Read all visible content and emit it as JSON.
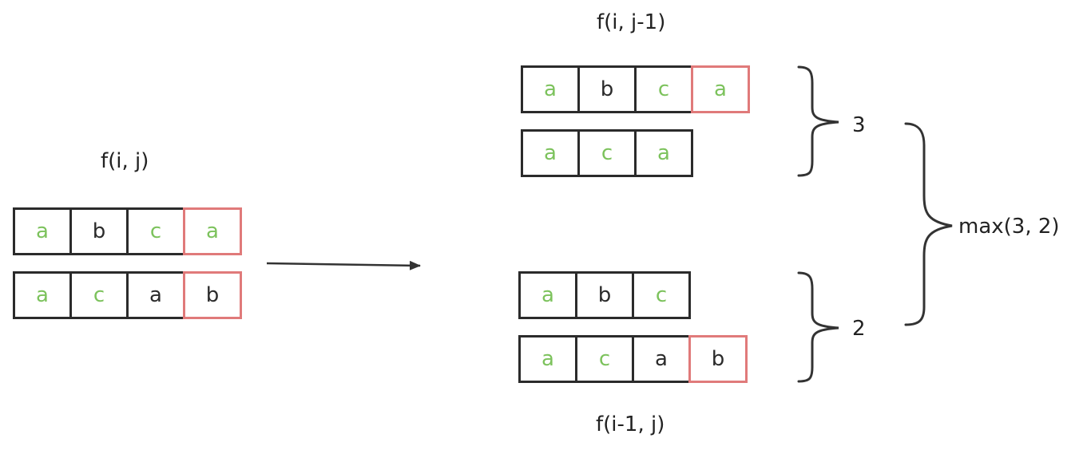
{
  "labels": {
    "left_title": "f(i, j)",
    "top_title": "f(i, j-1)",
    "bottom_title": "f(i-1, j)",
    "top_count": "3",
    "bottom_count": "2",
    "result": "max(3, 2)"
  },
  "colors": {
    "match": "#7cc25c",
    "plain": "#2b2b2b",
    "highlight_border": "#e07a7a",
    "border": "#2b2b2b"
  },
  "rows": {
    "left_a": [
      {
        "ch": "a",
        "match": true,
        "hl": false
      },
      {
        "ch": "b",
        "match": false,
        "hl": false
      },
      {
        "ch": "c",
        "match": true,
        "hl": false
      },
      {
        "ch": "a",
        "match": true,
        "hl": true
      }
    ],
    "left_b": [
      {
        "ch": "a",
        "match": true,
        "hl": false
      },
      {
        "ch": "c",
        "match": true,
        "hl": false
      },
      {
        "ch": "a",
        "match": false,
        "hl": false
      },
      {
        "ch": "b",
        "match": false,
        "hl": true
      }
    ],
    "top_a": [
      {
        "ch": "a",
        "match": true,
        "hl": false
      },
      {
        "ch": "b",
        "match": false,
        "hl": false
      },
      {
        "ch": "c",
        "match": true,
        "hl": false
      },
      {
        "ch": "a",
        "match": true,
        "hl": true
      }
    ],
    "top_b": [
      {
        "ch": "a",
        "match": true,
        "hl": false
      },
      {
        "ch": "c",
        "match": true,
        "hl": false
      },
      {
        "ch": "a",
        "match": true,
        "hl": false
      }
    ],
    "bottom_a": [
      {
        "ch": "a",
        "match": true,
        "hl": false
      },
      {
        "ch": "b",
        "match": false,
        "hl": false
      },
      {
        "ch": "c",
        "match": true,
        "hl": false
      }
    ],
    "bottom_b": [
      {
        "ch": "a",
        "match": true,
        "hl": false
      },
      {
        "ch": "c",
        "match": true,
        "hl": false
      },
      {
        "ch": "a",
        "match": false,
        "hl": false
      },
      {
        "ch": "b",
        "match": false,
        "hl": true
      }
    ]
  }
}
